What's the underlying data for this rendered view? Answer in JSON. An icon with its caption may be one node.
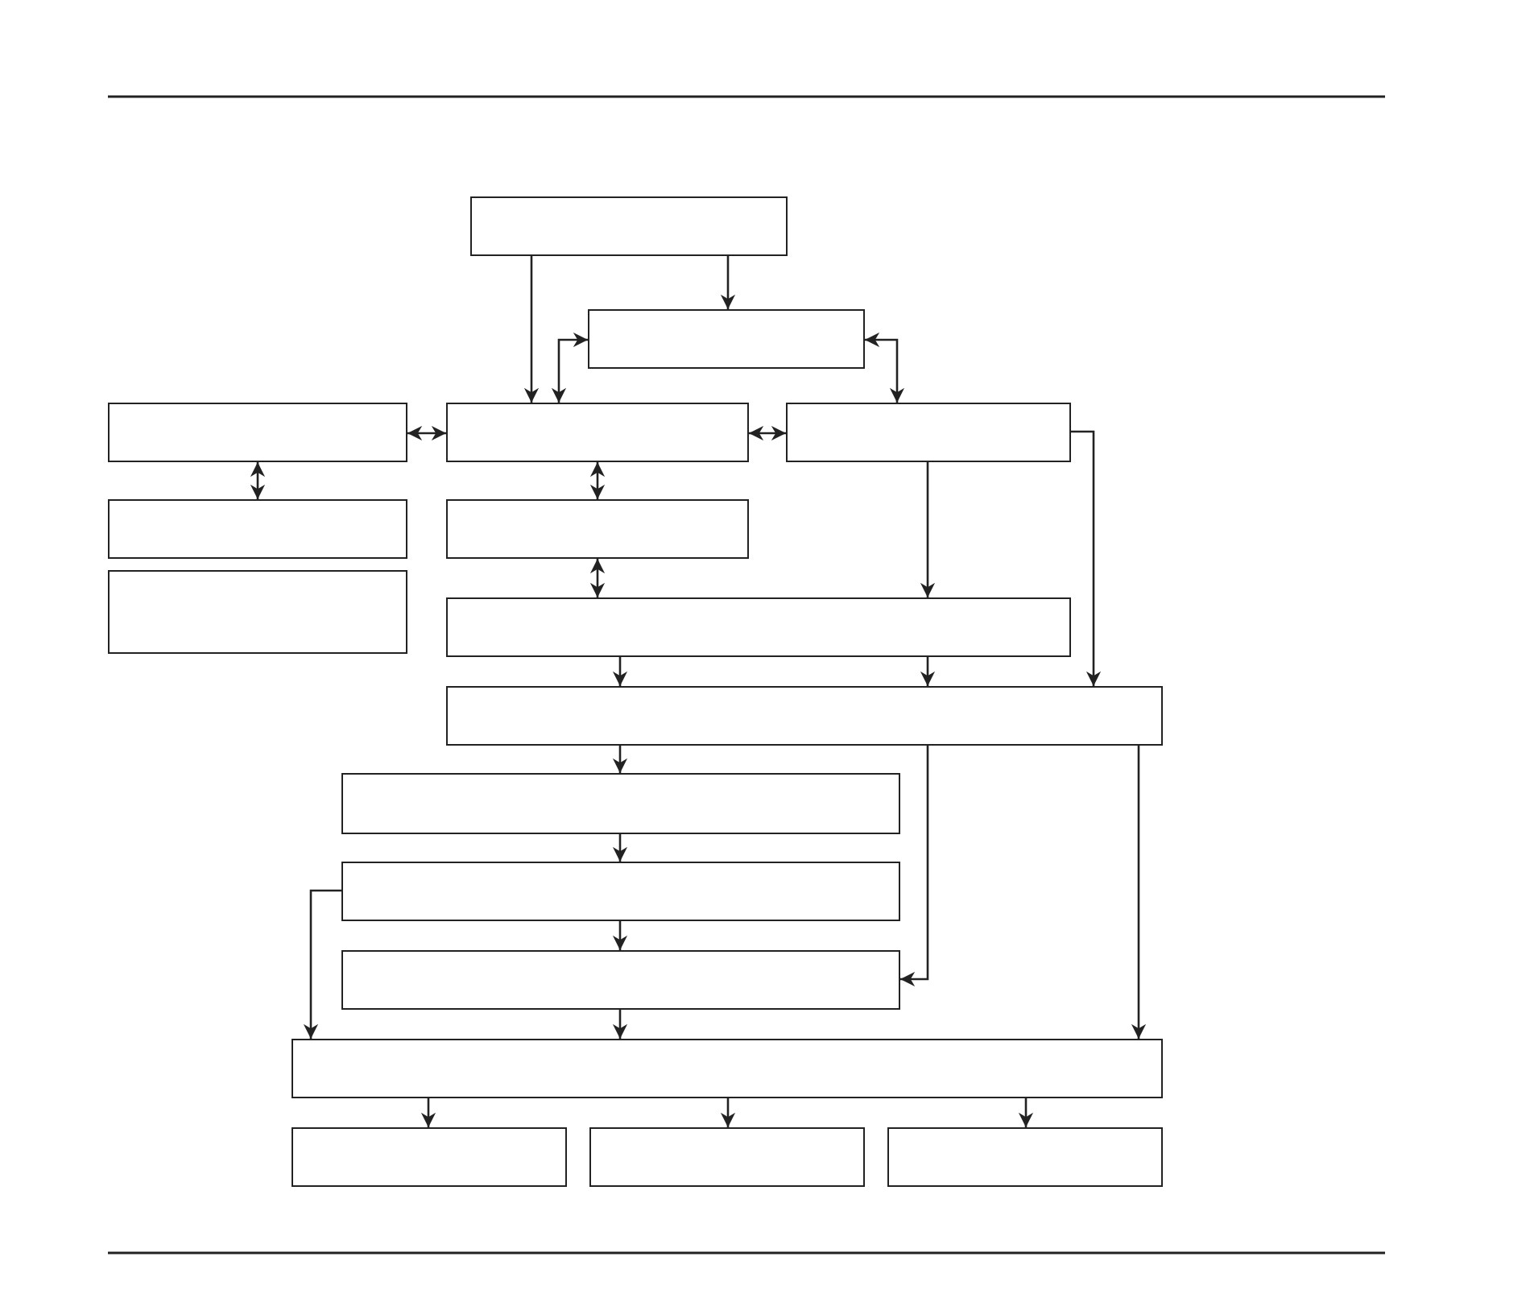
{
  "diagram": {
    "nodes": [
      {
        "text": [],
        "shape": "box"
      },
      {
        "text": [],
        "shape": "box"
      },
      {
        "text": [],
        "shape": "box"
      },
      {
        "text": [],
        "shape": "box"
      },
      {
        "text": [],
        "shape": "box"
      },
      {
        "text": [],
        "shape": "box"
      },
      {
        "text": [],
        "shape": "box"
      },
      {
        "text": [],
        "shape": "box"
      },
      {
        "text": [],
        "shape": "box"
      },
      {
        "text": [],
        "shape": "box"
      },
      {
        "text": [],
        "shape": "box"
      },
      {
        "text": [],
        "shape": "box"
      },
      {
        "text": [],
        "shape": "box"
      },
      {
        "text": [],
        "shape": "box"
      },
      {
        "text": [],
        "shape": "box"
      },
      {
        "text": [],
        "shape": "box"
      },
      {
        "text": [],
        "shape": "box"
      }
    ],
    "edges": [
      {
        "from": 0,
        "to": 3,
        "arrow": "to"
      },
      {
        "from": 0,
        "to": 1,
        "arrow": "to"
      },
      {
        "from": 1,
        "to": 3,
        "arrow": "both"
      },
      {
        "from": 1,
        "to": 4,
        "arrow": "both"
      },
      {
        "from": 2,
        "to": 3,
        "arrow": "both"
      },
      {
        "from": 3,
        "to": 4,
        "arrow": "both"
      },
      {
        "from": 2,
        "to": 5,
        "arrow": "both"
      },
      {
        "from": 3,
        "to": 6,
        "arrow": "both"
      },
      {
        "from": 6,
        "to": 8,
        "arrow": "both"
      },
      {
        "from": 4,
        "to": 8,
        "arrow": "to"
      },
      {
        "from": 8,
        "to": 9,
        "arrow": "to"
      },
      {
        "from": 8,
        "to": 9,
        "arrow": "to"
      },
      {
        "from": 4,
        "to": 9,
        "arrow": "to"
      },
      {
        "from": 9,
        "to": 10,
        "arrow": "to"
      },
      {
        "from": 9,
        "to": 12,
        "arrow": "to"
      },
      {
        "from": 9,
        "to": 13,
        "arrow": "to"
      },
      {
        "from": 10,
        "to": 11,
        "arrow": "to"
      },
      {
        "from": 11,
        "to": 12,
        "arrow": "to"
      },
      {
        "from": 12,
        "to": 13,
        "arrow": "to"
      },
      {
        "from": 11,
        "to": 13,
        "arrow": "to"
      },
      {
        "from": 13,
        "to": 14,
        "arrow": "to"
      },
      {
        "from": 13,
        "to": 15,
        "arrow": "to"
      },
      {
        "from": 13,
        "to": 16,
        "arrow": "to"
      }
    ]
  }
}
